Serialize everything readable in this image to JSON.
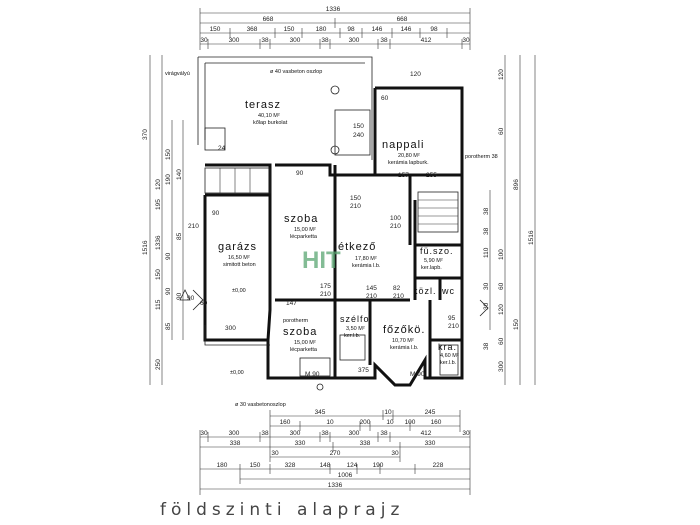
{
  "title": "földszinti alaprajz",
  "watermark": "HIT",
  "labels": {
    "viragvalyu": "virágvályú",
    "post40": "ø 40 vasbeton oszlop",
    "post30": "ø 30 vasbetonoszlop",
    "porotherm1": "porotherm 38",
    "porotherm2": "porotherm",
    "level1": "±0,00",
    "level2": "±0,00"
  },
  "rooms": [
    {
      "id": "terasz",
      "name": "terasz",
      "area": "40,10 M²",
      "floor": "kőlap burkolat"
    },
    {
      "id": "nappali",
      "name": "nappali",
      "area": "20,80 M²",
      "floor": "kerámia lapburk."
    },
    {
      "id": "szoba1",
      "name": "szoba",
      "area": "15,00 M²",
      "floor": "lécparketta"
    },
    {
      "id": "garazs",
      "name": "garázs",
      "area": "16,50 M²",
      "floor": "simitott beton"
    },
    {
      "id": "etkezo",
      "name": "étkező",
      "area": "17,80 M²",
      "floor": "kerámia l.b."
    },
    {
      "id": "fuszo",
      "name": "fü.szo.",
      "area": "5,90 M²",
      "floor": "ker.lapb."
    },
    {
      "id": "kozl",
      "name": "közl.",
      "area": "",
      "floor": ""
    },
    {
      "id": "wc",
      "name": "wc",
      "area": "",
      "floor": ""
    },
    {
      "id": "szelfo",
      "name": "szélfo.",
      "area": "3,50 M²",
      "floor": "ker.l.b."
    },
    {
      "id": "fozoko",
      "name": "főzőkö.",
      "area": "10,70 M²",
      "floor": "kerámia l.b."
    },
    {
      "id": "kra",
      "name": "kra.",
      "area": "4,60 M²",
      "floor": "ker.l.b."
    },
    {
      "id": "szoba2",
      "name": "szoba",
      "area": "15,00 M²",
      "floor": "lécparketta"
    }
  ],
  "dims_top": {
    "total": "1336",
    "row2": [
      "668",
      "668"
    ],
    "row3": [
      "150",
      "368",
      "150",
      "180",
      "98",
      "146",
      "146",
      "98"
    ],
    "row4": [
      "30",
      "300",
      "38",
      "300",
      "38",
      "300",
      "38",
      "412",
      "30"
    ]
  },
  "dims_bottom": {
    "row1": [
      "345",
      "10",
      "245"
    ],
    "row2": [
      "160",
      "10",
      "200",
      "10",
      "100",
      "160"
    ],
    "row3": [
      "30",
      "300",
      "38",
      "300",
      "38",
      "300",
      "38",
      "412",
      "30"
    ],
    "row4": [
      "338",
      "330",
      "338",
      "330"
    ],
    "row5": [
      "30",
      "270",
      "30"
    ],
    "row6": [
      "180",
      "150",
      "328",
      "148",
      "124",
      "190",
      "228"
    ],
    "row7": [
      "1006"
    ],
    "row8": [
      "1336"
    ]
  },
  "dims_left": [
    "370",
    "190",
    "140",
    "150",
    "195",
    "120",
    "85",
    "90",
    "150",
    "90",
    "90",
    "115",
    "85",
    "250",
    "1516",
    "1336"
  ],
  "dims_right": [
    "120",
    "60",
    "896",
    "1516",
    "38",
    "38",
    "110",
    "100",
    "30",
    "60",
    "30",
    "120",
    "150",
    "60",
    "38",
    "300"
  ],
  "inner_dims": [
    "120",
    "60",
    "150",
    "240",
    "90",
    "90",
    "210",
    "150",
    "210",
    "100",
    "210",
    "147",
    "175",
    "210",
    "145",
    "210",
    "82",
    "210",
    "95",
    "210",
    "255",
    "157",
    "60",
    "90",
    "375",
    "M 90",
    "M 90",
    "300",
    "24"
  ]
}
